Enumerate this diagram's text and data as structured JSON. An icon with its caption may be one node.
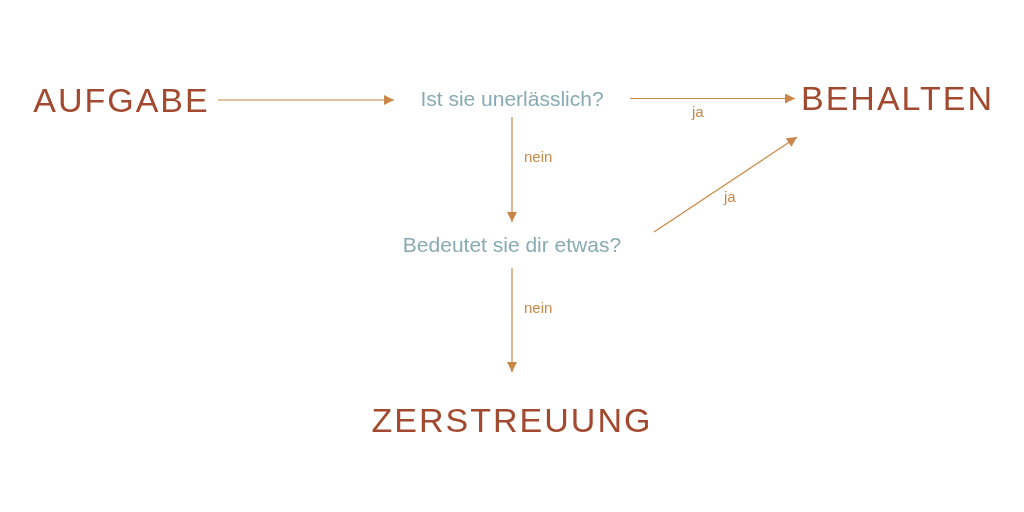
{
  "diagram": {
    "nodes": [
      {
        "text": [
          "AUFGABE"
        ]
      },
      {
        "text": [
          "Ist sie unerlässlich?"
        ]
      },
      {
        "text": [
          "BEHALTEN"
        ]
      },
      {
        "text": [
          "Bedeutet sie dir etwas?"
        ]
      },
      {
        "text": [
          "ZERSTREUUNG"
        ]
      }
    ],
    "edges": [
      {
        "from": 0,
        "to": 1,
        "arrow": "to"
      },
      {
        "from": 1,
        "to": 2,
        "arrow": "to",
        "label": "ja"
      },
      {
        "from": 1,
        "to": 3,
        "arrow": "to",
        "label": "nein"
      },
      {
        "from": 3,
        "to": 2,
        "arrow": "to",
        "label": "ja"
      },
      {
        "from": 3,
        "to": 4,
        "arrow": "to",
        "label": "nein"
      }
    ]
  }
}
